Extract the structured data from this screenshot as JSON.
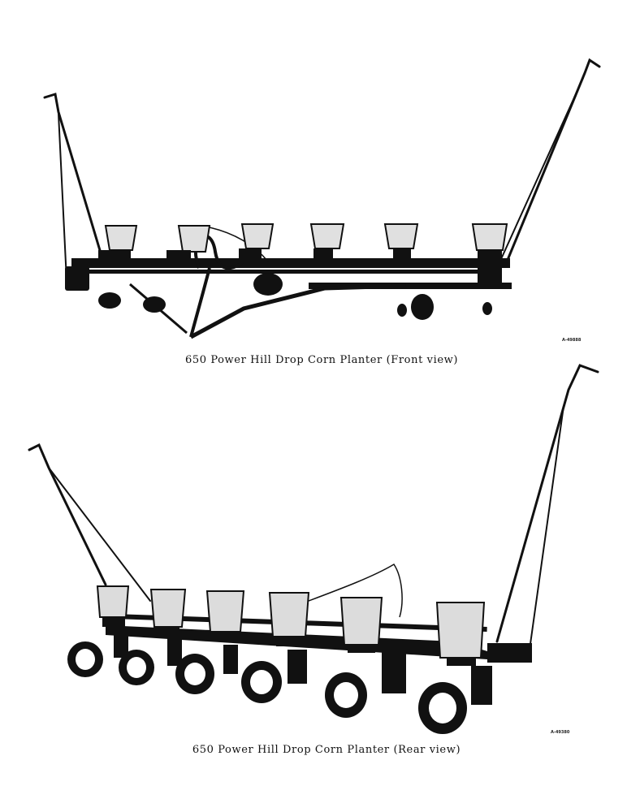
{
  "figures": [
    {
      "caption": "650 Power Hill Drop Corn Planter (Front view)",
      "negative_number": "A-49888"
    },
    {
      "caption": "650 Power Hill Drop Corn Planter (Rear view)",
      "negative_number": "A-49380"
    }
  ],
  "colors": {
    "ink": "#111111",
    "paper": "#ffffff",
    "hopper_shade": "#d8d8d8"
  }
}
